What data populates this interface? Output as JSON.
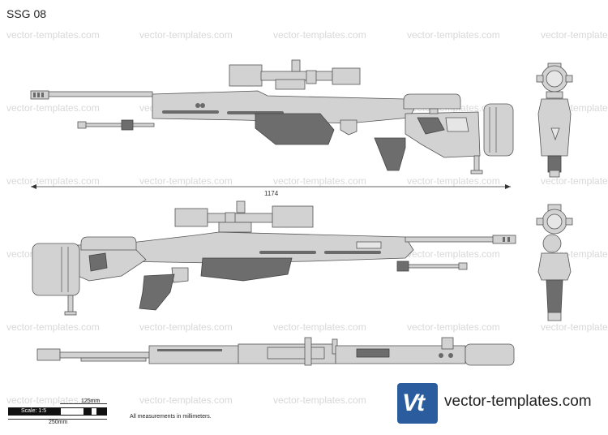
{
  "title": "SSG 08",
  "watermark": "vector-templates.com",
  "dimension_label": "1174",
  "scale": {
    "label": "Scale: 1:5",
    "top_label": "125mm",
    "bottom_label": "250mm"
  },
  "note": "All measurements in millimeters.",
  "logo": {
    "mark": "Vt",
    "site": "vector-templates.com",
    "color": "#2a5c9e"
  }
}
